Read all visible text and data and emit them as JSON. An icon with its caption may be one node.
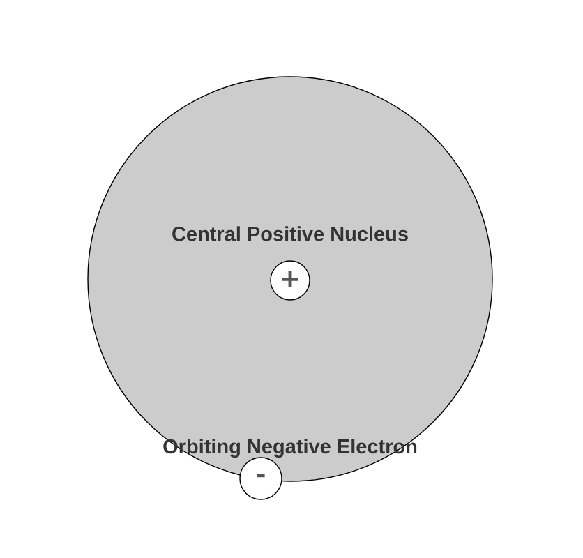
{
  "diagram": {
    "nodes": [
      {
        "text": [],
        "shape": "circle"
      },
      {
        "text": [
          "Central Positive Nucleus",
          "+"
        ],
        "in": 0
      },
      {
        "text": [
          "-"
        ]
      }
    ],
    "labels": [
      "Orbiting Negative Electron"
    ]
  }
}
